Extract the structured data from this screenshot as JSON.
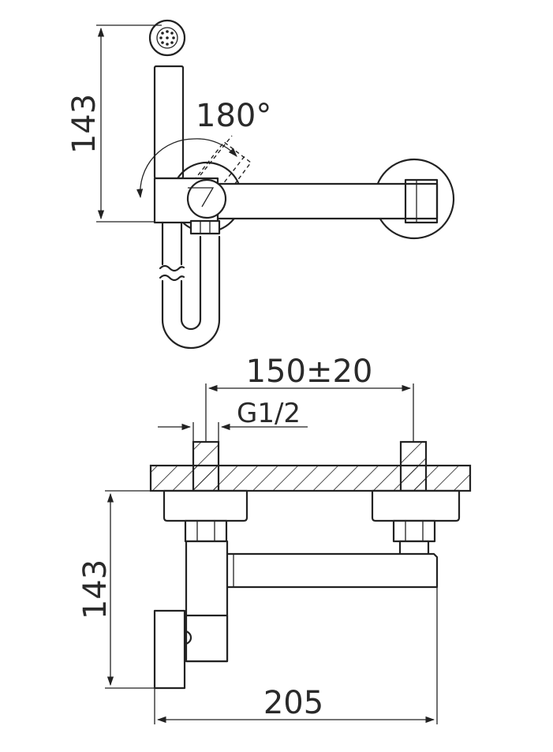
{
  "top_view": {
    "height_dim": "143",
    "rotation_dim": "180°"
  },
  "front_view": {
    "spacing_dim": "150±20",
    "thread_dim": "G1/2",
    "height_dim": "143",
    "length_dim": "205"
  }
}
